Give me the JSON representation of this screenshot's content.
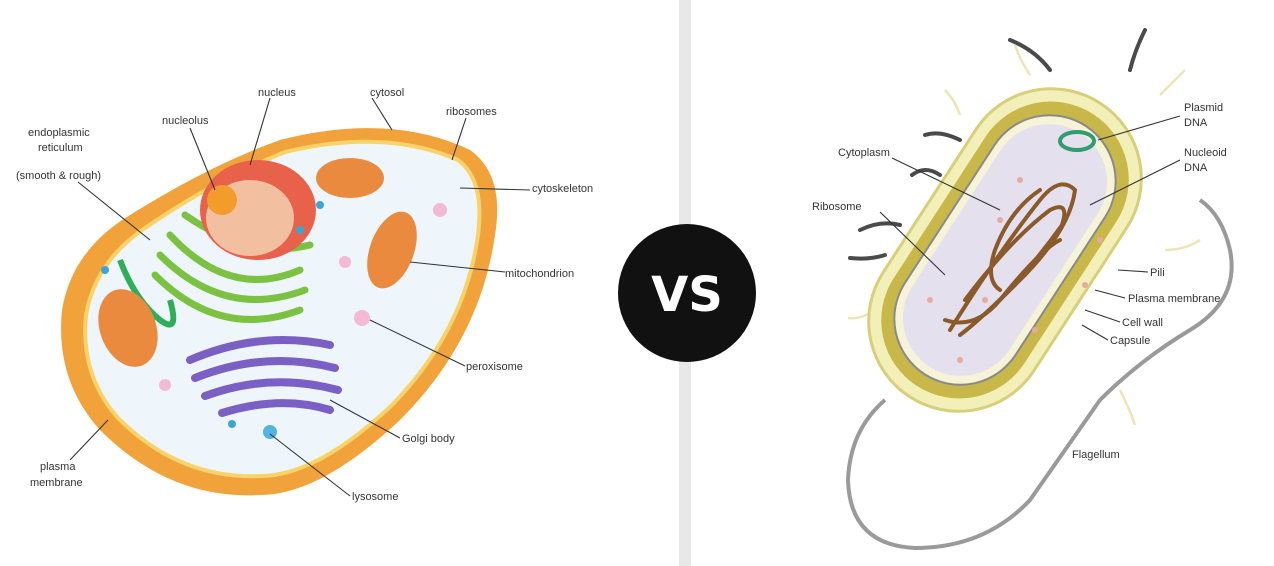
{
  "badge": {
    "text": "VS"
  },
  "eukaryote": {
    "labels": {
      "nucleus": "nucleus",
      "cytosol": "cytosol",
      "nucleolus": "nucleolus",
      "ribosomes": "ribosomes",
      "er1": "endoplasmic",
      "er2": "reticulum",
      "er3": "(smooth & rough)",
      "cytoskeleton": "cytoskeleton",
      "mitochondrion": "mitochondrion",
      "peroxisome": "peroxisome",
      "golgi": "Golgi body",
      "lysosome": "lysosome",
      "plasma1": "plasma",
      "plasma2": "membrane"
    }
  },
  "prokaryote": {
    "labels": {
      "plasmid1": "Plasmid",
      "plasmid2": "DNA",
      "nucleoid1": "Nucleoid",
      "nucleoid2": "DNA",
      "cytoplasm": "Cytoplasm",
      "ribosome": "Ribosome",
      "pili": "Pili",
      "plasma_membrane": "Plasma membrane",
      "cell_wall": "Cell wall",
      "capsule": "Capsule",
      "flagellum": "Flagellum"
    }
  },
  "colors": {
    "divider": "#e8e8e8",
    "badge": "#111111",
    "euk_membrane": "#f2a23a",
    "euk_cytosol": "#eef6fb",
    "euk_nucleus": "#e8614a",
    "euk_er": "#7cc242",
    "euk_golgi": "#7a5fc4",
    "euk_mito": "#e98a3f",
    "pro_capsule": "#f3efb8",
    "pro_wall": "#c8b84a",
    "pro_membrane": "#8a8a8a",
    "pro_cytoplasm": "#e5e0ee",
    "pro_dna": "#8a5a2b",
    "pro_plasmid": "#2f9c72"
  }
}
